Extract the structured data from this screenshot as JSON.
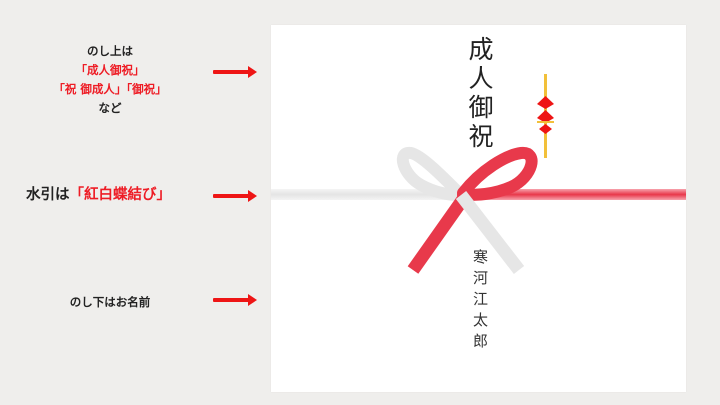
{
  "annotations": {
    "top": {
      "line1": "のし上は",
      "line2": "「成人御祝」",
      "line3": "「祝 御成人」「御祝」",
      "line4": "など"
    },
    "middle": {
      "prefix": "水引は",
      "highlight": "「紅白蝶結び」"
    },
    "bottom": {
      "line1": "のし下はお名前"
    }
  },
  "noshi": {
    "omotegaki": "成人御祝",
    "name": "寒河江太郎",
    "mizuhiki_type": "紅白蝶結び",
    "noshi_ornament": "noshi-icon"
  },
  "colors": {
    "accent_red": "#ee1c25",
    "mizuhiki_red": "#e83a4c",
    "mizuhiki_white": "#e8e8e8",
    "noshi_gold": "#f2c03a",
    "background": "#efeeec",
    "card": "#ffffff"
  }
}
